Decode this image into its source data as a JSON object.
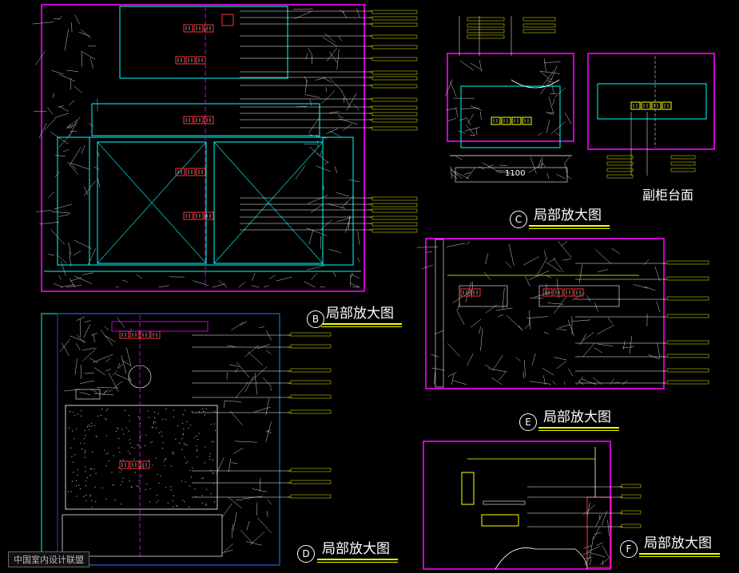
{
  "sections": [
    {
      "id": "B",
      "title": "局部放大图"
    },
    {
      "id": "C",
      "title": "局部放大图"
    },
    {
      "id": "D",
      "title": "局部放大图"
    },
    {
      "id": "E",
      "title": "局部放大图"
    },
    {
      "id": "F",
      "title": "局部放大图"
    }
  ],
  "subtitle": "副柜台面",
  "dimension_1100": "1100",
  "watermark": "中国室内设计联盟",
  "colors": {
    "frame": "#ff00ff",
    "line": "#00ffff",
    "label": "#ffff00",
    "accent": "#ff3333",
    "text": "#ffffff"
  }
}
